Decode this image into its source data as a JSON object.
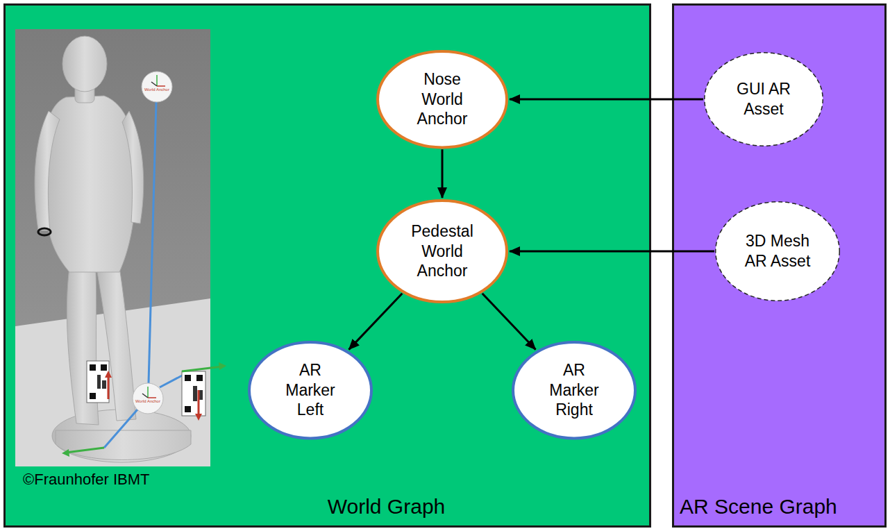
{
  "diagram": {
    "nodes": [
      {
        "text": [
          "World Graph"
        ]
      },
      {
        "text": [
          "AR Scene Graph"
        ]
      },
      {
        "text": [
          "Nose World Anchor"
        ],
        "in": 0
      },
      {
        "text": [
          "Pedestal World Anchor"
        ],
        "in": 0
      },
      {
        "text": [
          "AR Marker Left"
        ],
        "in": 0
      },
      {
        "text": [
          "AR Marker Right"
        ],
        "in": 0
      },
      {
        "text": [
          "GUI AR Asset"
        ],
        "in": 1
      },
      {
        "text": [
          "3D Mesh AR Asset"
        ],
        "in": 1
      }
    ],
    "edges": [
      {
        "from": 6,
        "to": 2,
        "arrow": "to"
      },
      {
        "from": 7,
        "to": 3,
        "arrow": "to"
      },
      {
        "from": 2,
        "to": 3,
        "arrow": "to"
      },
      {
        "from": 3,
        "to": 4,
        "arrow": "to"
      },
      {
        "from": 3,
        "to": 5,
        "arrow": "to"
      }
    ],
    "labels": [
      "World Anchor",
      "World Anchor",
      "©Fraunhofer IBMT"
    ]
  }
}
